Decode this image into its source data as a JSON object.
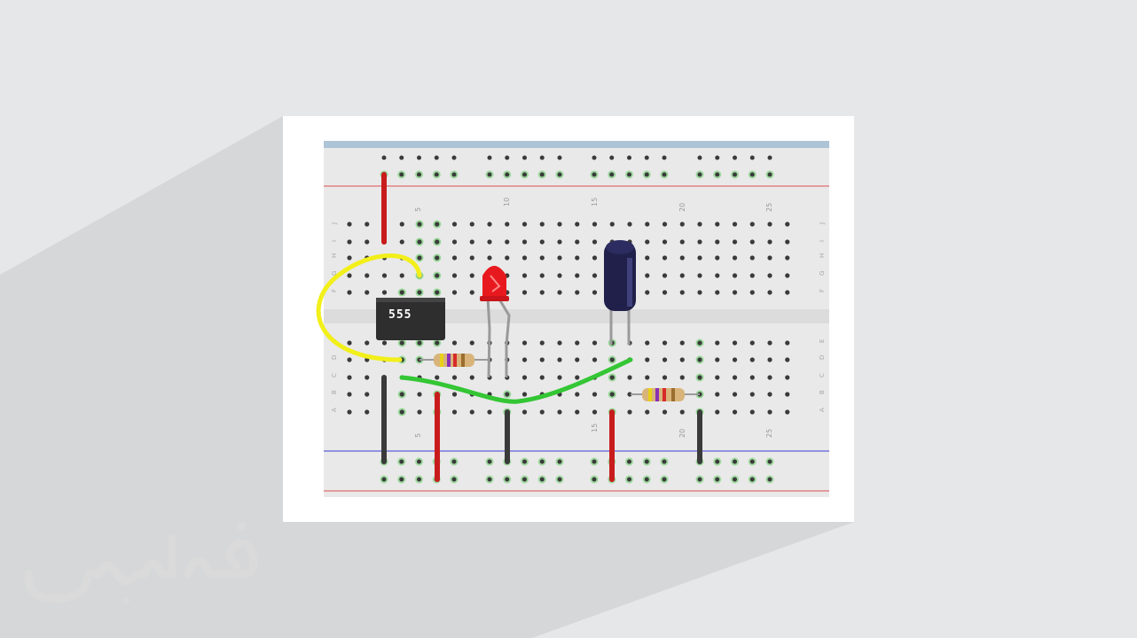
{
  "ic": {
    "label": "555"
  },
  "column_numbers": [
    "5",
    "10",
    "15",
    "20",
    "25"
  ],
  "row_letters_top": [
    "J",
    "I",
    "H",
    "G",
    "F"
  ],
  "row_letters_bottom": [
    "E",
    "D",
    "C",
    "B",
    "A"
  ],
  "watermark": {
    "text": "فرادرس"
  },
  "colors": {
    "background": "#e6e7e8",
    "shadow": "#d6d7d8",
    "board": "#e9e9e9",
    "board_top_strip": "#adc4d6",
    "red_rail": "#e05050",
    "blue_rail": "#3a3ad8",
    "hole": "#3a3a3a",
    "hole_active": "#56c856",
    "wire_yellow": "#f2ef1a",
    "wire_green": "#34c634",
    "wire_red": "#c81c1c",
    "wire_black": "#3a3a3a",
    "led": "#e8191e",
    "capacitor": "#20204a"
  }
}
